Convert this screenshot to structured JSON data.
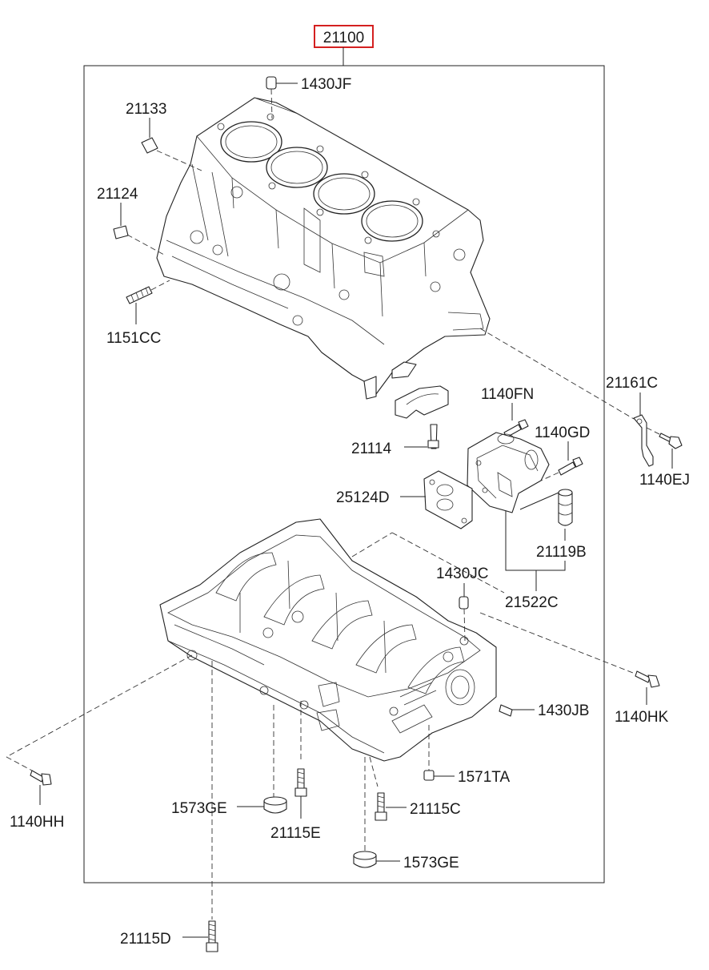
{
  "assembly": {
    "number": "21100",
    "highlight_color": "#d42020"
  },
  "parts": {
    "p1430JF": "1430JF",
    "p21133": "21133",
    "p21124": "21124",
    "p1151CC": "1151CC",
    "p21161C": "21161C",
    "p1140FN": "1140FN",
    "p1140GD": "1140GD",
    "p1140EJ": "1140EJ",
    "p21114": "21114",
    "p25124D": "25124D",
    "p21119B": "21119B",
    "p1430JC": "1430JC",
    "p21522C": "21522C",
    "p1140HK": "1140HK",
    "p1430JB": "1430JB",
    "p1571TA": "1571TA",
    "p1140HH": "1140HH",
    "p1573GE_left": "1573GE",
    "p21115C": "21115C",
    "p21115E": "21115E",
    "p1573GE_bottom": "1573GE",
    "p21115D": "21115D"
  }
}
